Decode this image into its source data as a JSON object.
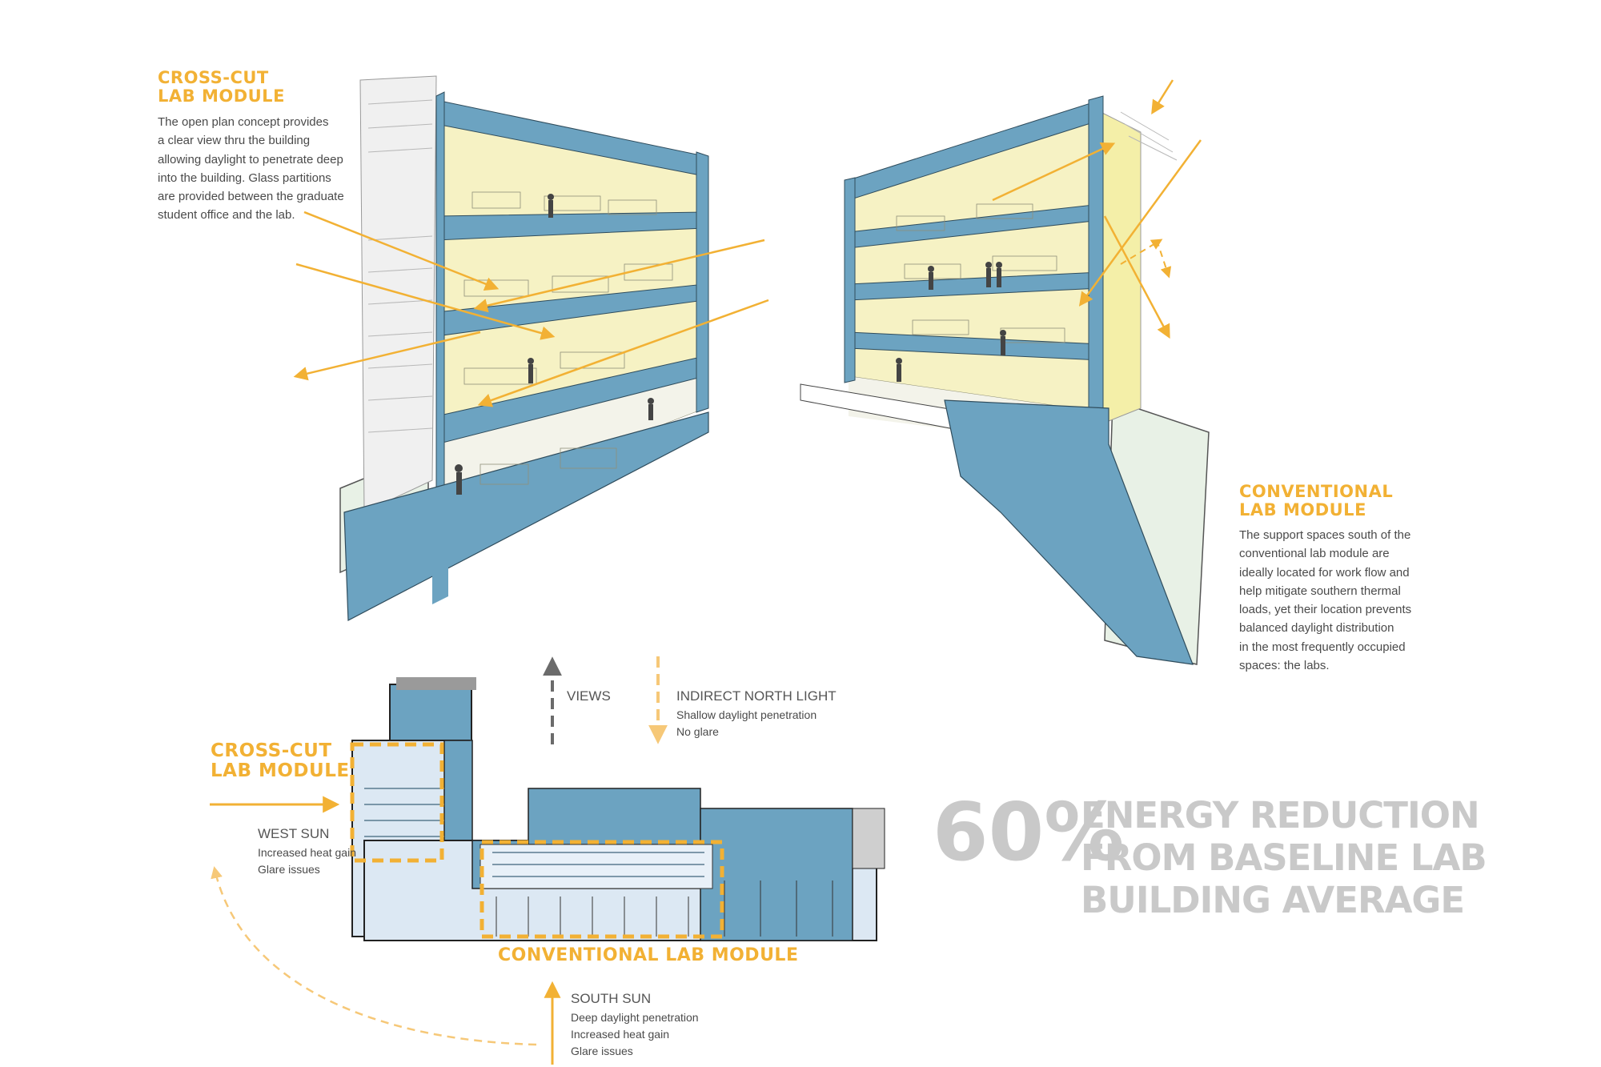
{
  "crosscut_top": {
    "title_lines": [
      "CROSS-CUT",
      "LAB MODULE"
    ],
    "body_lines": [
      "The open plan concept provides",
      "a clear view thru the building",
      "allowing daylight to penetrate deep",
      "into the building. Glass partitions",
      "are provided between the graduate",
      "student office and the lab."
    ]
  },
  "conventional_right": {
    "title_lines": [
      "CONVENTIONAL",
      "LAB MODULE"
    ],
    "body_lines": [
      "The support spaces south of the",
      "conventional lab module are",
      "ideally located for work flow and",
      "help mitigate southern thermal",
      "loads, yet their location prevents",
      "balanced daylight distribution",
      "in the most frequently occupied",
      "spaces: the labs."
    ]
  },
  "legend": {
    "views": "VIEWS",
    "indirect_title": "INDIRECT NORTH LIGHT",
    "indirect_lines": [
      "Shallow daylight penetration",
      "No glare"
    ],
    "west_title": "WEST SUN",
    "west_lines": [
      "Increased heat gain",
      "Glare issues"
    ],
    "south_title": "SOUTH SUN",
    "south_lines": [
      "Deep daylight penetration",
      "Increased heat gain",
      "Glare issues"
    ]
  },
  "plan_labels": {
    "crosscut_lines": [
      "CROSS-CUT",
      "LAB MODULE"
    ],
    "conventional": "CONVENTIONAL LAB MODULE"
  },
  "stat": {
    "value": "60%",
    "lines": [
      "ENERGY REDUCTION",
      "FROM BASELINE LAB",
      "BUILDING AVERAGE"
    ]
  },
  "colors": {
    "accent_orange": "#F2B134",
    "structure_blue": "#6CA3C1",
    "interior_yellow": "#F6F2C4",
    "light_ground": "#E8F1E6",
    "gray_text": "#c9c9c9"
  }
}
